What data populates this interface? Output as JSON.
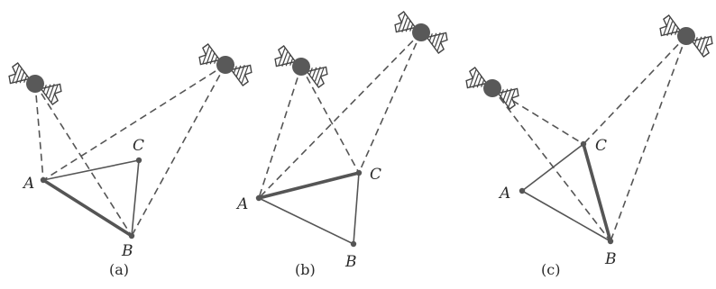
{
  "panels": [
    {
      "id": "a",
      "caption": "(a)",
      "labels": {
        "A": "A",
        "B": "B",
        "C": "C"
      },
      "thick_edge": "AB"
    },
    {
      "id": "b",
      "caption": "(b)",
      "labels": {
        "A": "A",
        "B": "B",
        "C": "C"
      },
      "thick_edge": "AC"
    },
    {
      "id": "c",
      "caption": "(c)",
      "labels": {
        "A": "A",
        "B": "B",
        "C": "C"
      },
      "thick_edge": "CB"
    }
  ],
  "icons": {
    "satellite": "satellite-icon"
  },
  "colors": {
    "ink": "#555555",
    "satellite_body": "#595959"
  }
}
